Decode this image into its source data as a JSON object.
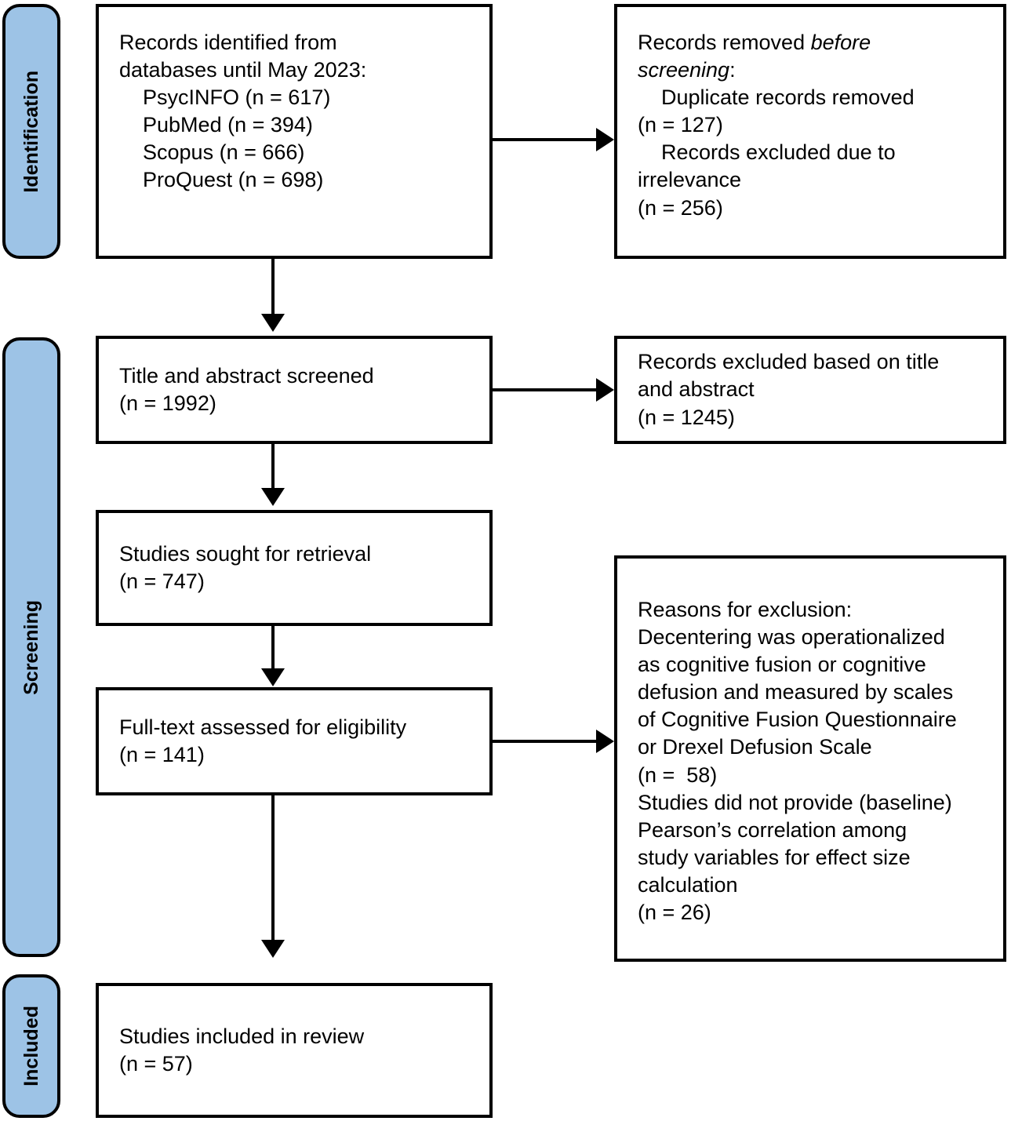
{
  "diagram": {
    "title": "PRISMA flow diagram",
    "accent_color": "#9DC3E6",
    "line_color": "#000000",
    "background_color": "#FFFFFF"
  },
  "phases": [
    {
      "key": "identification",
      "label": "Identification"
    },
    {
      "key": "screening",
      "label": "Screening"
    },
    {
      "key": "included",
      "label": "Included"
    }
  ],
  "boxes": {
    "identified": {
      "text": "Records identified from\ndatabases until May 2023:\n    PsycINFO (n = 617)\n    PubMed (n = 394)\n    Scopus (n = 666)\n    ProQuest (n = 698)",
      "counts": {
        "PsycINFO": 617,
        "PubMed": 394,
        "Scopus": 666,
        "ProQuest": 698
      },
      "date_limit": "May 2023"
    },
    "removed_before_screening": {
      "line1_plain": "Records removed ",
      "line1_italic": "before",
      "line2_italic": "screening",
      "line2_plain": ":",
      "rest": "\n    Duplicate records removed\n(n = 127)\n    Records excluded due to\nirrelevance\n(n = 256)",
      "duplicates_removed": 127,
      "excluded_irrelevance": 256
    },
    "title_abstract_screened": {
      "text": "Title and abstract screened\n(n = 1992)",
      "n": 1992
    },
    "excluded_title_abstract": {
      "text": "Records excluded based on title\nand abstract\n(n = 1245)",
      "n": 1245
    },
    "sought_retrieval": {
      "text": "Studies sought for retrieval\n(n = 747)",
      "n": 747
    },
    "fulltext_assessed": {
      "text": "Full-text assessed for eligibility\n(n = 141)",
      "n": 141
    },
    "reasons_for_exclusion": {
      "text": "Reasons for exclusion:\nDecentering was operationalized\nas cognitive fusion or cognitive\ndefusion and measured by scales\nof Cognitive Fusion Questionnaire\nor Drexel Defusion Scale\n(n =  58)\nStudies did not provide (baseline)\nPearson’s correlation among\nstudy variables for effect size\ncalculation\n(n = 26)",
      "reason_1_n": 58,
      "reason_2_n": 26
    },
    "included_in_review": {
      "text": "Studies included in review\n(n = 57)",
      "n": 57
    }
  }
}
